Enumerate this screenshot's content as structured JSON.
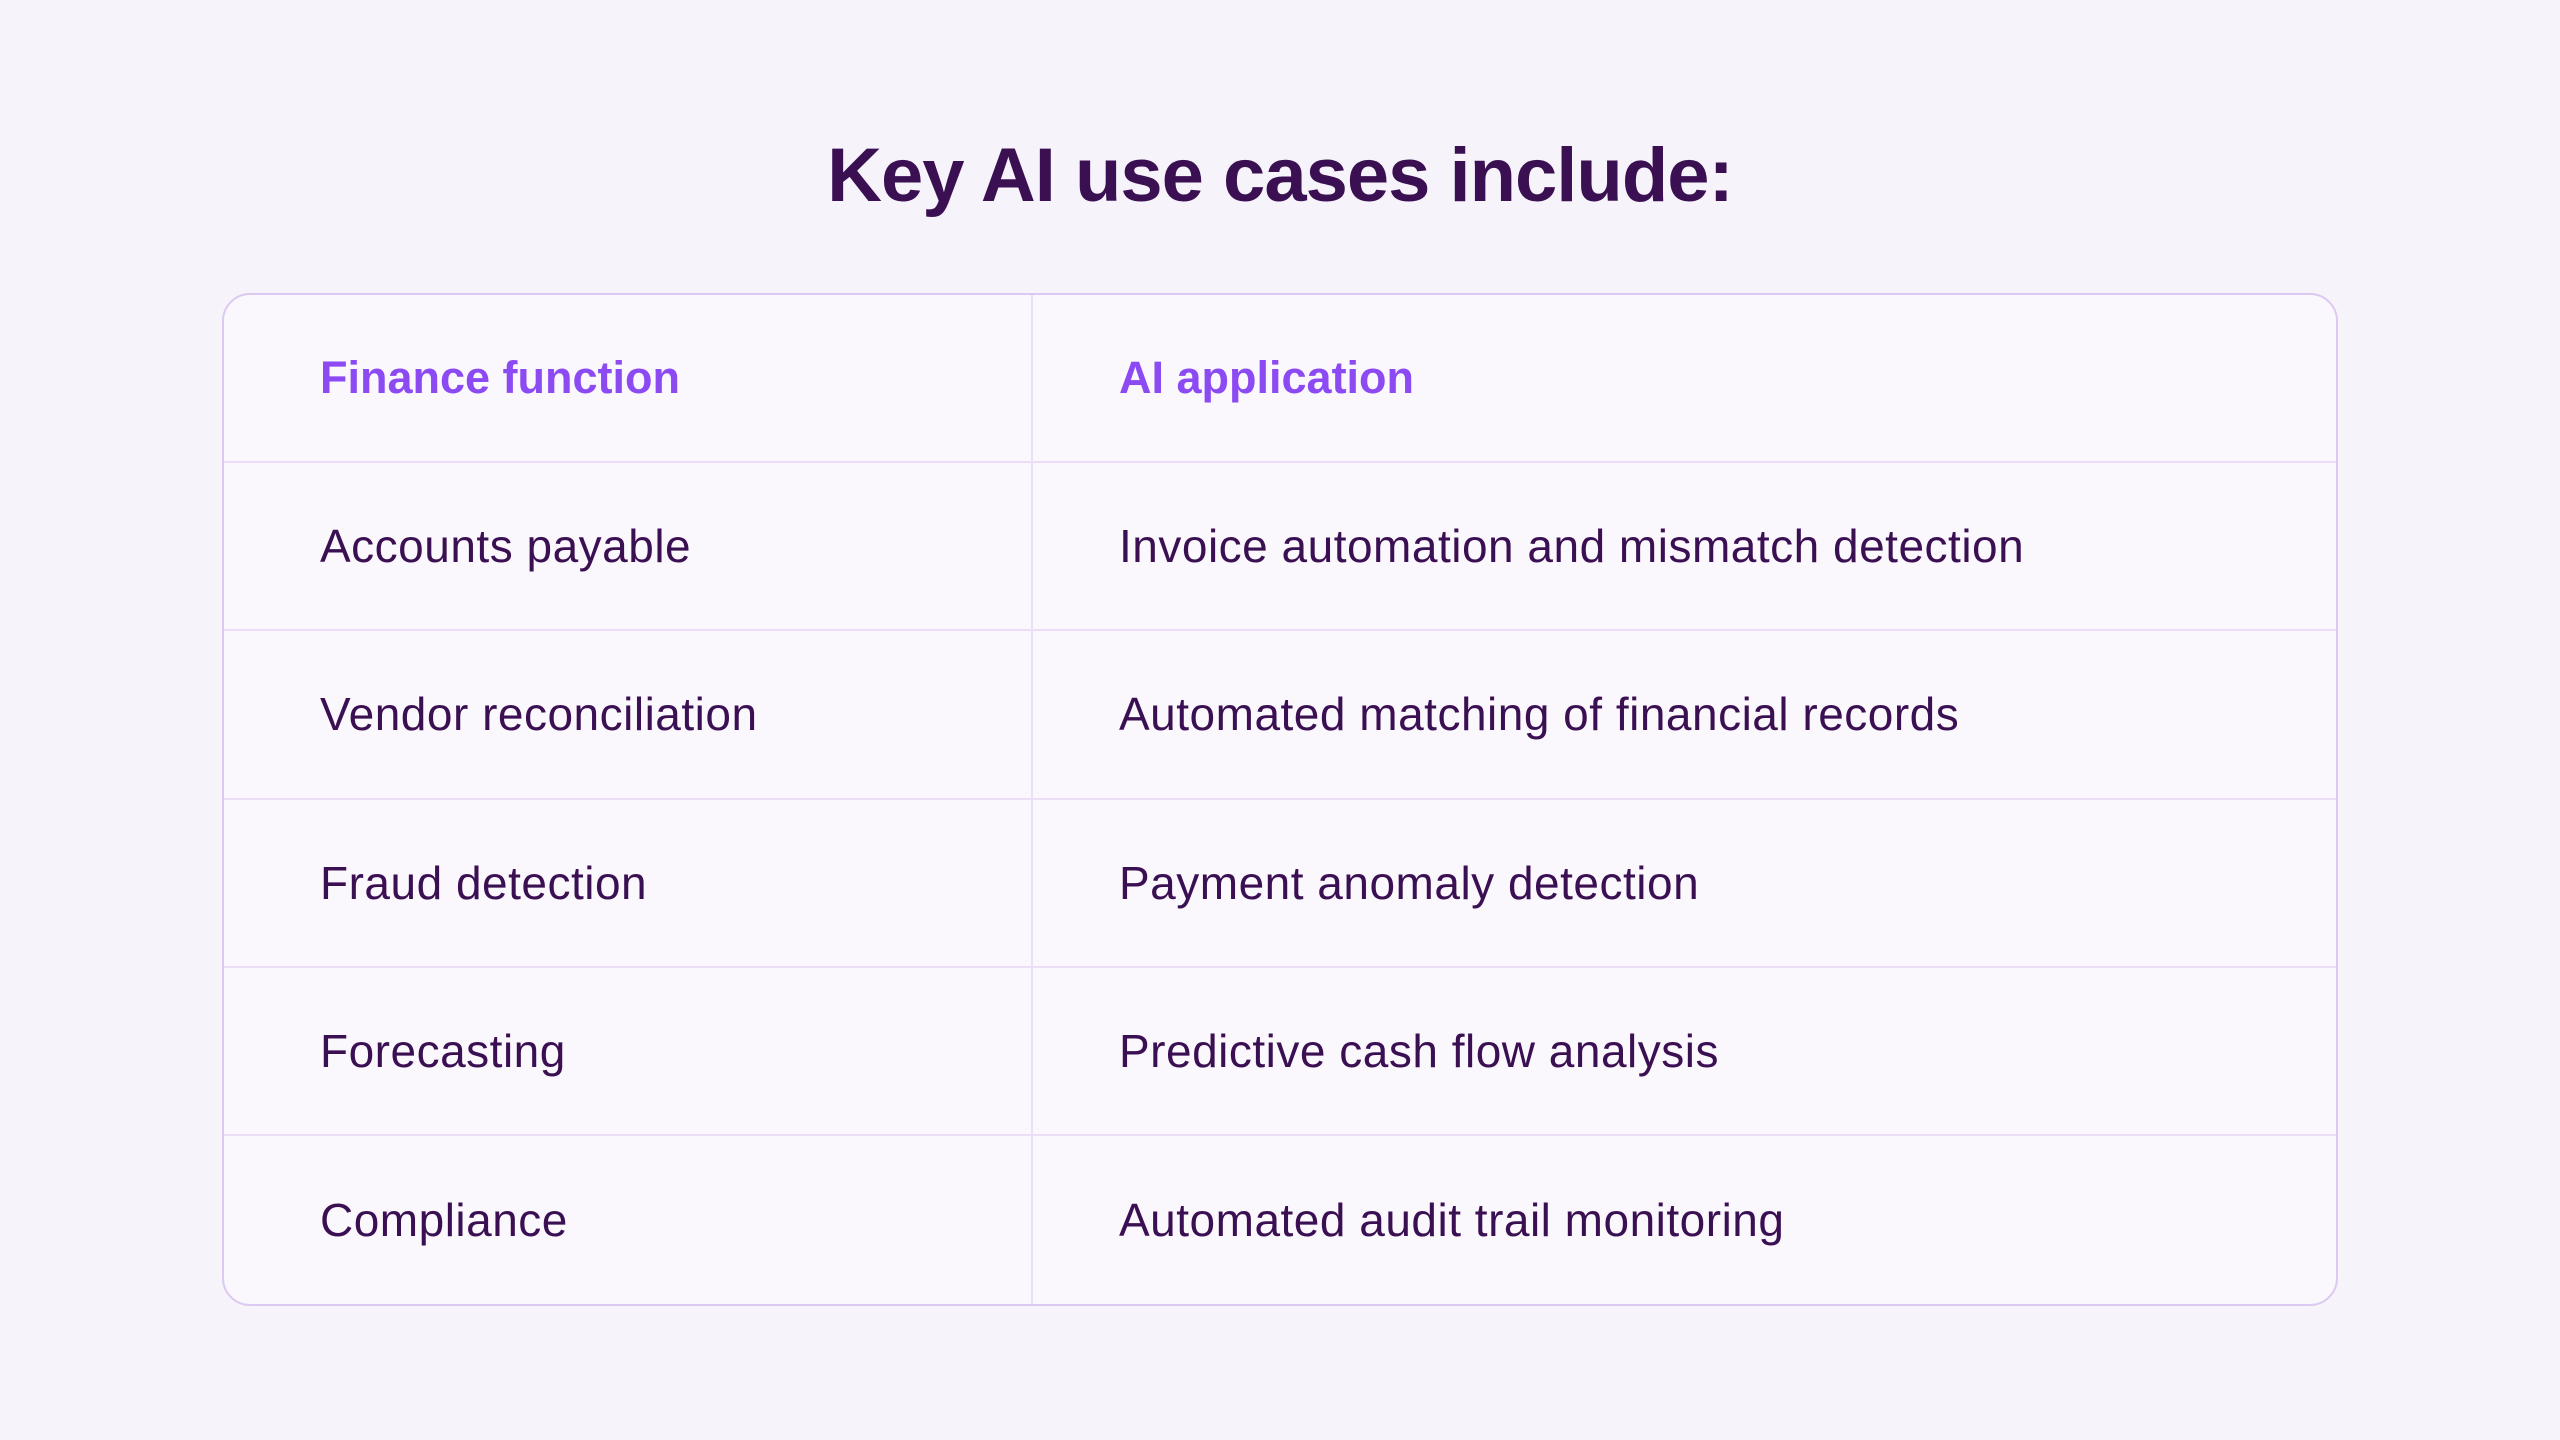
{
  "title": "Key AI use cases include:",
  "colors": {
    "background": "#f7f3fb",
    "table_background": "#faf7fd",
    "table_border": "#dbc9f1",
    "row_divider": "#eadff6",
    "header_accent_purple": "#8b4af2",
    "text_dark_purple": "#3b1053"
  },
  "table": {
    "columns": [
      "Finance function",
      "AI application"
    ],
    "rows": [
      [
        "Accounts payable",
        "Invoice automation and mismatch detection"
      ],
      [
        "Vendor reconciliation",
        "Automated matching of financial records"
      ],
      [
        "Fraud detection",
        "Payment anomaly detection"
      ],
      [
        "Forecasting",
        "Predictive cash flow analysis"
      ],
      [
        "Compliance",
        "Automated audit trail monitoring"
      ]
    ]
  }
}
